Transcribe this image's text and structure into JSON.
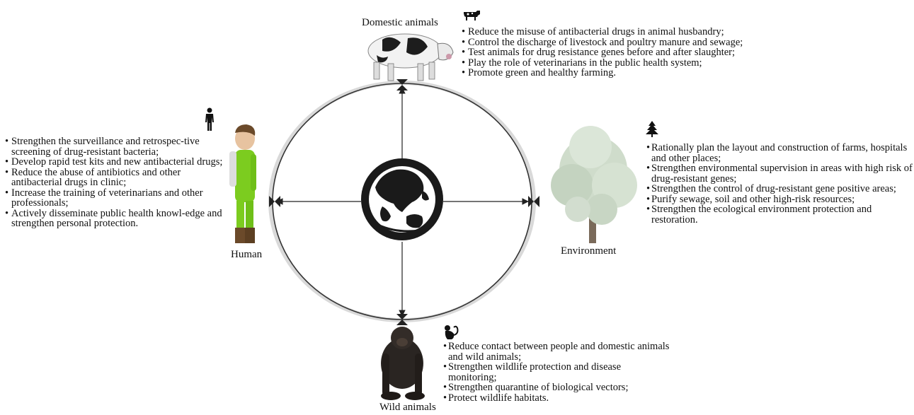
{
  "labels": {
    "domestic": "Domestic animals",
    "human": "Human",
    "environment": "Environment",
    "wild": "Wild animals"
  },
  "domestic_items": [
    "Reduce the misuse of  antibacterial drugs in animal husbandry;",
    "Control the discharge of livestock and poultry manure and sewage;",
    "Test animals for drug resistance genes before and after slaughter;",
    "Play the role of veterinarians in the public health system;",
    "Promote green and healthy farming."
  ],
  "human_items": [
    "Strengthen the surveillance and retrospec-tive screening of drug-resistant bacteria;",
    "Develop rapid test kits and new antibacterial drugs;",
    "Reduce the abuse of antibiotics and other antibacterial drugs in clinic;",
    "Increase the training of veterinarians and other professionals;",
    "Actively disseminate public health knowl-edge and strengthen personal protection."
  ],
  "environment_items": [
    "Rationally plan the layout and construction of farms, hospitals and other places;",
    "Strengthen environmental supervision in areas with high risk of drug-resistant genes;",
    "Strengthen the control of drug-resistant gene positive areas;",
    "Purify sewage, soil and other high-risk resources;",
    "Strengthen the ecological environment protection and restoration."
  ],
  "wild_items": [
    "Reduce contact between people and domestic animals and wild animals;",
    "Strengthen wildlife protection and disease monitoring;",
    "Strengthen quarantine of biological vectors;",
    "Protect wildlife habitats."
  ],
  "icons": {
    "domestic": "cow-icon",
    "human": "person-icon",
    "environment": "tree-icon",
    "wild": "monkey-icon",
    "center": "globe-icon"
  },
  "colors": {
    "ring": "#333333",
    "globe": "#1a1a1a",
    "human_suit": "#7ccc1f",
    "tree_leaves": "#cfdccb"
  }
}
